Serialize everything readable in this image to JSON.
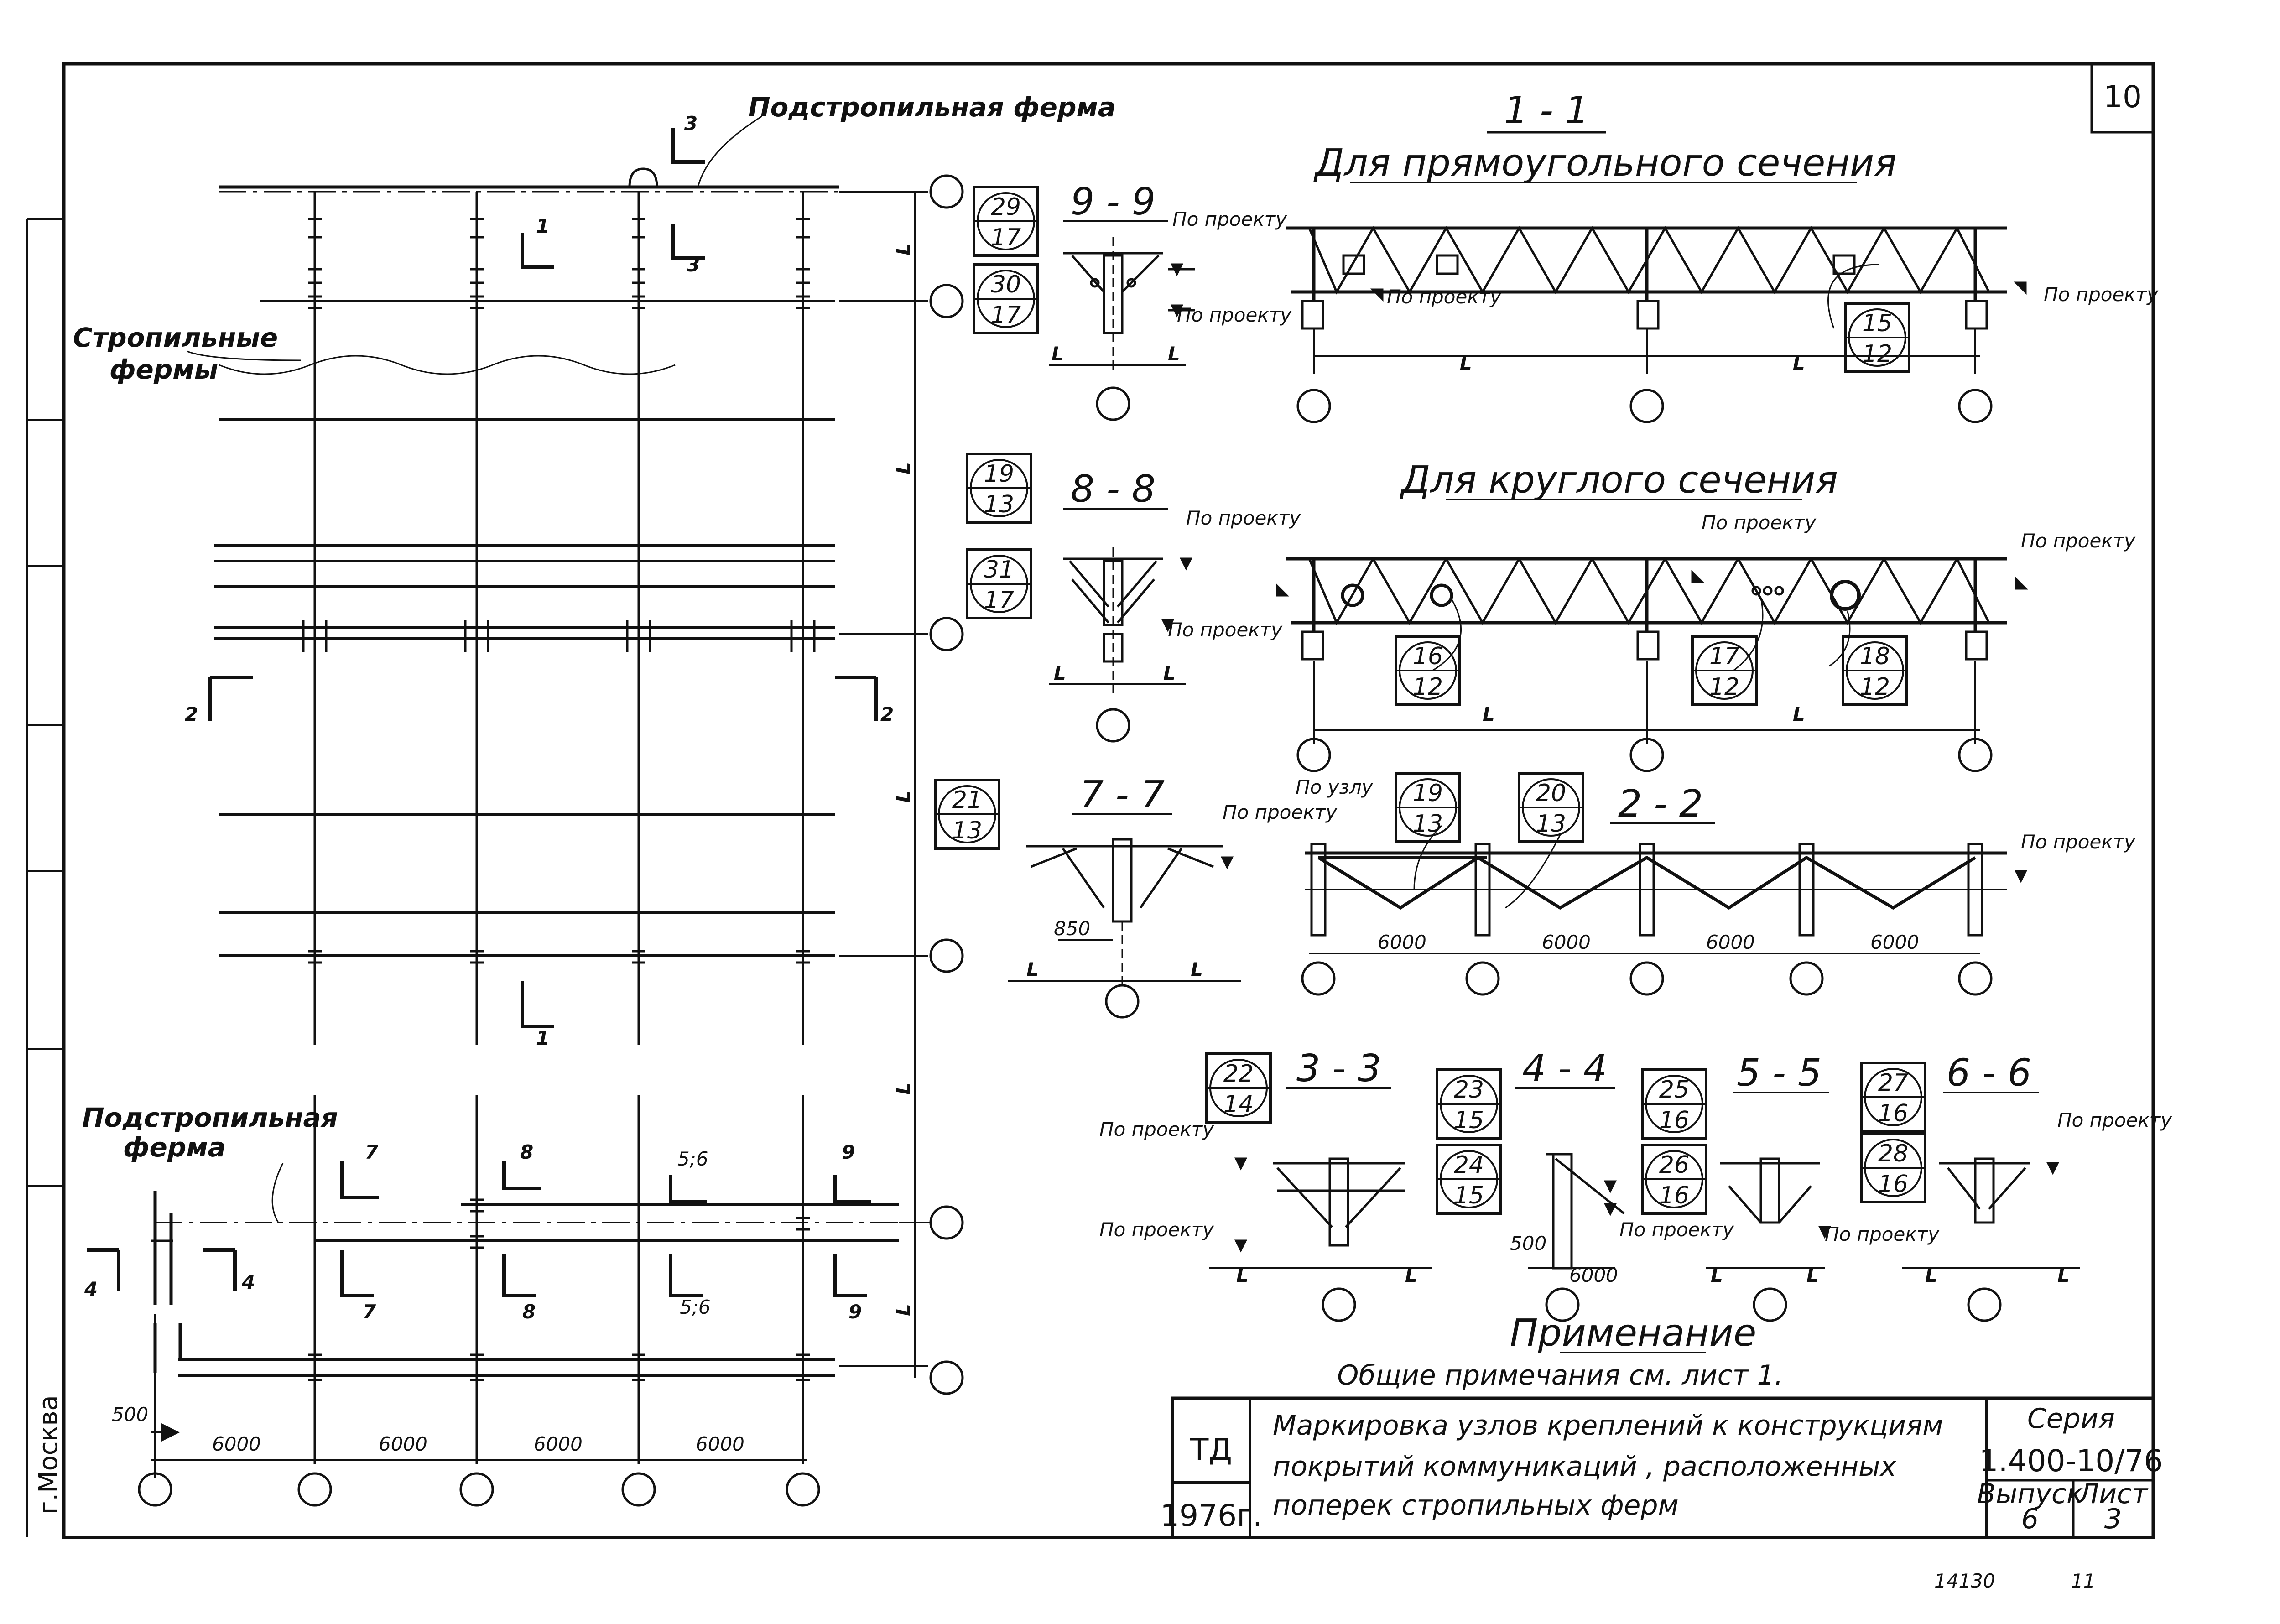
{
  "sheet_number": "10",
  "main_section": "1 - 1",
  "rect_section_title": "Для прямоугольного сечения",
  "round_section_title": "Для круглого сечения",
  "plan": {
    "label_subtruss_top": "Подстропильная ферма",
    "label_trusses_line1": "Стропильные",
    "label_trusses_line2": "фермы",
    "label_subtruss_bottom_line1": "Подстропильная",
    "label_subtruss_bottom_line2": "ферма",
    "span_symbol": "L",
    "dim_500": "500",
    "dims": [
      "6000",
      "6000",
      "6000",
      "6000"
    ],
    "cut_marks": {
      "c1": "1",
      "c2": "2",
      "c3": "3",
      "c4": "4",
      "c56": "5;6",
      "c7": "7",
      "c8": "8",
      "c9": "9"
    }
  },
  "po_proektu": "По проекту",
  "po_uzlu": "По узлу",
  "sections": {
    "s99": "9 - 9",
    "s88": "8 - 8",
    "s77": "7 - 7",
    "s22": "2 - 2",
    "s33": "3 - 3",
    "s44": "4 - 4",
    "s55": "5 - 5",
    "s66": "6 - 6"
  },
  "dims_section": {
    "d850": "850",
    "d500": "500",
    "d6000": "6000",
    "sec22": [
      "6000",
      "6000",
      "6000",
      "6000"
    ]
  },
  "node_refs": [
    {
      "top": "29",
      "bottom": "17"
    },
    {
      "top": "30",
      "bottom": "17"
    },
    {
      "top": "19",
      "bottom": "13"
    },
    {
      "top": "31",
      "bottom": "17"
    },
    {
      "top": "21",
      "bottom": "13"
    },
    {
      "top": "15",
      "bottom": "12"
    },
    {
      "top": "16",
      "bottom": "12"
    },
    {
      "top": "17",
      "bottom": "12"
    },
    {
      "top": "18",
      "bottom": "12"
    },
    {
      "top": "19",
      "bottom": "13"
    },
    {
      "top": "20",
      "bottom": "13"
    },
    {
      "top": "22",
      "bottom": "14"
    },
    {
      "top": "23",
      "bottom": "15"
    },
    {
      "top": "24",
      "bottom": "15"
    },
    {
      "top": "25",
      "bottom": "16"
    },
    {
      "top": "26",
      "bottom": "16"
    },
    {
      "top": "27",
      "bottom": "16"
    },
    {
      "top": "28",
      "bottom": "16"
    }
  ],
  "note_title": "Применание",
  "note_text": "Общие примечания см. лист 1.",
  "title_block": {
    "org": "ТД",
    "year": "1976г.",
    "title_line1": "Маркировка узлов креплений к конструкциям",
    "title_line2": "покрытий коммуникаций , расположенных",
    "title_line3": "поперек стропильных ферм",
    "series_label": "Серия",
    "series_value": "1.400-10/76",
    "issue_label": "Выпуск",
    "issue_value": "6",
    "sheet_label": "Лист",
    "sheet_value": "3"
  },
  "side_label": "г.Москва",
  "footer_num1": "14130",
  "footer_num2": "11"
}
